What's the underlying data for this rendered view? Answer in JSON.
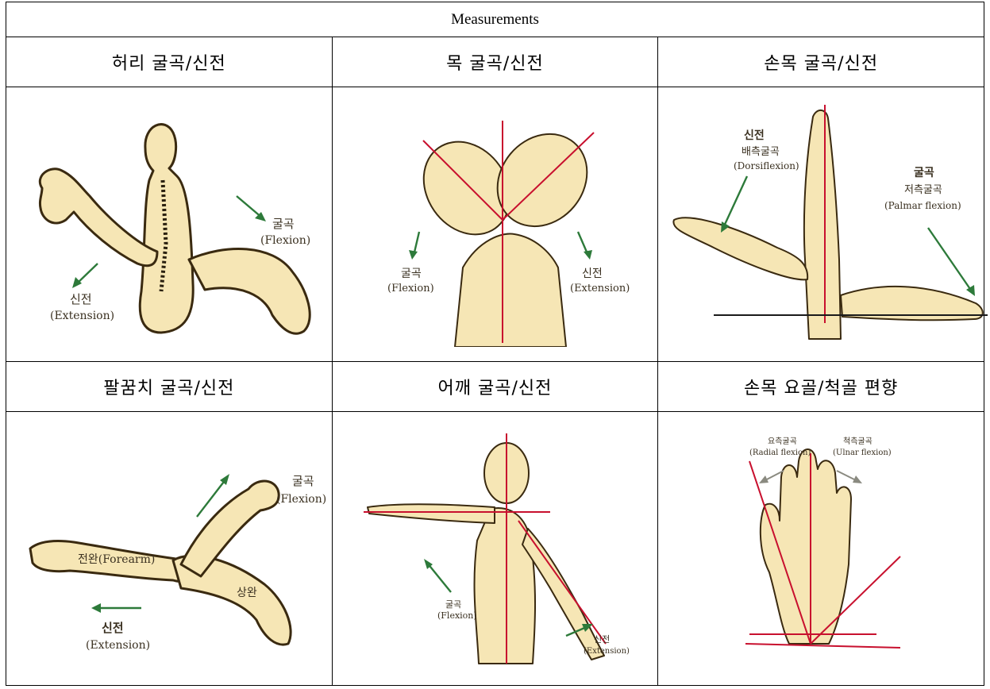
{
  "table": {
    "title": "Measurements",
    "cells": [
      {
        "label": "허리 굴곡/신전"
      },
      {
        "label": "목 굴곡/신전"
      },
      {
        "label": "손목 굴곡/신전"
      },
      {
        "label": "팔꿈치 굴곡/신전"
      },
      {
        "label": "어깨 굴곡/신전"
      },
      {
        "label": "손목 요골/척골 편향"
      }
    ]
  },
  "figures": {
    "waist": {
      "flexion_ko": "굴곡",
      "flexion_en": "(Flexion)",
      "extension_ko": "신전",
      "extension_en": "(Extension)"
    },
    "neck": {
      "flexion_ko": "굴곡",
      "flexion_en": "(Flexion)",
      "extension_ko": "신전",
      "extension_en": "(Extension)"
    },
    "wrist": {
      "ext_ko": "신전",
      "ext_sub_ko": "배측굴곡",
      "ext_en": "(Dorsiflexion)",
      "flex_ko": "굴곡",
      "flex_sub_ko": "저측굴곡",
      "flex_en": "(Palmar flexion)"
    },
    "elbow": {
      "flexion_ko": "굴곡",
      "flexion_en": "(Flexion)",
      "forearm": "전완(Forearm)",
      "upper_arm": "상완",
      "extension_ko": "신전",
      "extension_en": "(Extension)"
    },
    "shoulder": {
      "flexion_ko": "굴곡",
      "flexion_en": "(Flexion)",
      "extension_ko": "신전",
      "extension_en": "(Extension)"
    },
    "deviation": {
      "radial_ko": "요측굴곡",
      "radial_en": "(Radial flexion)",
      "ulnar_ko": "척측굴곡",
      "ulnar_en": "(Ulnar flexion)"
    }
  }
}
